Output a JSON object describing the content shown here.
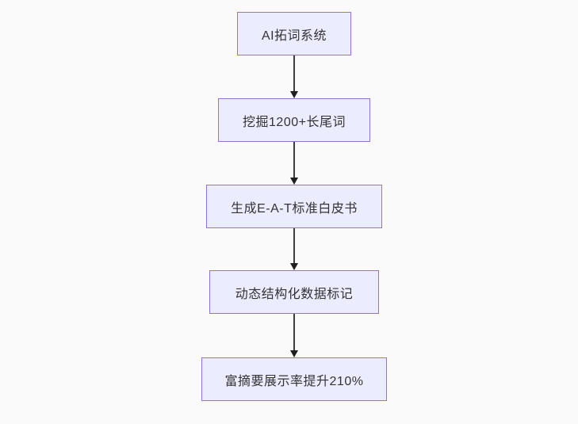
{
  "flowchart": {
    "type": "flowchart-top-down",
    "background_color": "#fafafa",
    "node_fill_color": "#ececff",
    "node_border_color": "#9370db",
    "text_color": "#333333",
    "edge_color": "#333333",
    "nodes": [
      {
        "id": "n1",
        "label": "AI拓词系统"
      },
      {
        "id": "n2",
        "label": "挖掘1200+长尾词"
      },
      {
        "id": "n3",
        "label": "生成E-A-T标准白皮书"
      },
      {
        "id": "n4",
        "label": "动态结构化数据标记"
      },
      {
        "id": "n5",
        "label": "富摘要展示率提升210%"
      }
    ],
    "edges": [
      {
        "from": "n1",
        "to": "n2"
      },
      {
        "from": "n2",
        "to": "n3"
      },
      {
        "from": "n3",
        "to": "n4"
      },
      {
        "from": "n4",
        "to": "n5"
      }
    ]
  }
}
